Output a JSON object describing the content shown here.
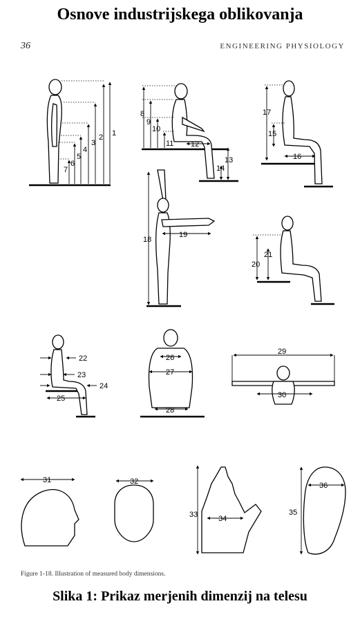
{
  "header": {
    "title": "Osnove industrijskega oblikovanja",
    "page_number": "36",
    "running_head": "ENGINEERING PHYSIOLOGY"
  },
  "figure": {
    "caption": "Figure 1-18.   Illustration of measured body dimensions.",
    "dimension_labels": [
      "1",
      "2",
      "3",
      "4",
      "5",
      "6",
      "7",
      "8",
      "9",
      "10",
      "11",
      "12",
      "13",
      "14",
      "15",
      "16",
      "17",
      "18",
      "19",
      "20",
      "21",
      "22",
      "23",
      "24",
      "25",
      "26",
      "27",
      "28",
      "29",
      "30",
      "31",
      "32",
      "33",
      "34",
      "35",
      "36"
    ]
  },
  "footer": {
    "caption": "Slika 1: Prikaz merjenih dimenzij na telesu"
  }
}
